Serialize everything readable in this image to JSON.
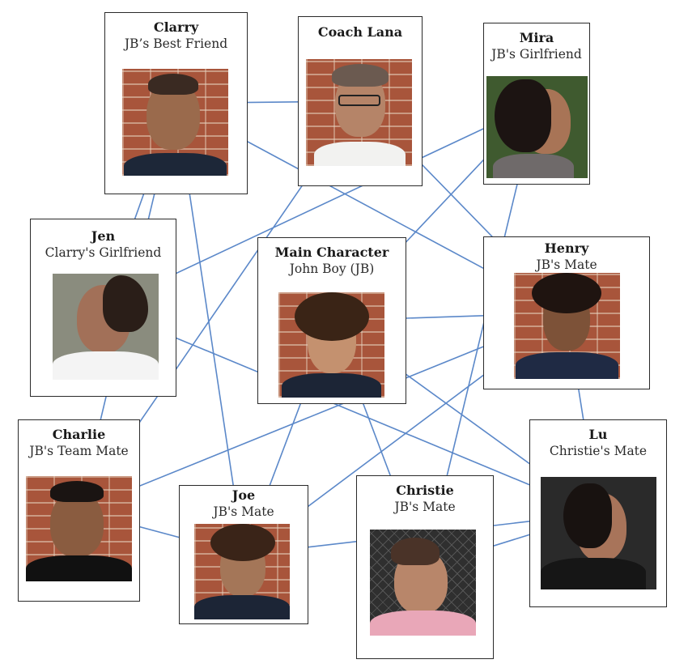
{
  "colors": {
    "edge": "#5b88c9",
    "card_border": "#2a2a2a",
    "background": "#ffffff"
  },
  "people": {
    "clarry": {
      "name": "Clarry",
      "role": "JB’s Best Friend"
    },
    "lana": {
      "name": "Coach Lana",
      "role": ""
    },
    "mira": {
      "name": "Mira",
      "role": "JB's Girlfriend"
    },
    "jen": {
      "name": "Jen",
      "role": "Clarry's Girlfriend"
    },
    "main": {
      "name": "Main Character",
      "role": "John Boy (JB)"
    },
    "henry": {
      "name": "Henry",
      "role": "JB's Mate"
    },
    "charlie": {
      "name": "Charlie",
      "role": "JB's Team Mate"
    },
    "joe": {
      "name": "Joe",
      "role": "JB's Mate"
    },
    "christie": {
      "name": "Christie",
      "role": "JB's Mate"
    },
    "lu": {
      "name": "Lu",
      "role": "Christie's Mate"
    }
  },
  "connections": [
    [
      "clarry",
      "lana"
    ],
    [
      "clarry",
      "jen"
    ],
    [
      "clarry",
      "henry"
    ],
    [
      "clarry",
      "charlie"
    ],
    [
      "clarry",
      "joe"
    ],
    [
      "jen",
      "mira"
    ],
    [
      "jen",
      "lu"
    ],
    [
      "lana",
      "charlie"
    ],
    [
      "lana",
      "henry"
    ],
    [
      "mira",
      "main"
    ],
    [
      "mira",
      "christie"
    ],
    [
      "main",
      "henry"
    ],
    [
      "main",
      "joe"
    ],
    [
      "main",
      "christie"
    ],
    [
      "main",
      "lu"
    ],
    [
      "henry",
      "charlie"
    ],
    [
      "henry",
      "lu"
    ],
    [
      "henry",
      "joe"
    ],
    [
      "charlie",
      "joe"
    ],
    [
      "lu",
      "joe"
    ],
    [
      "lu",
      "christie"
    ]
  ]
}
